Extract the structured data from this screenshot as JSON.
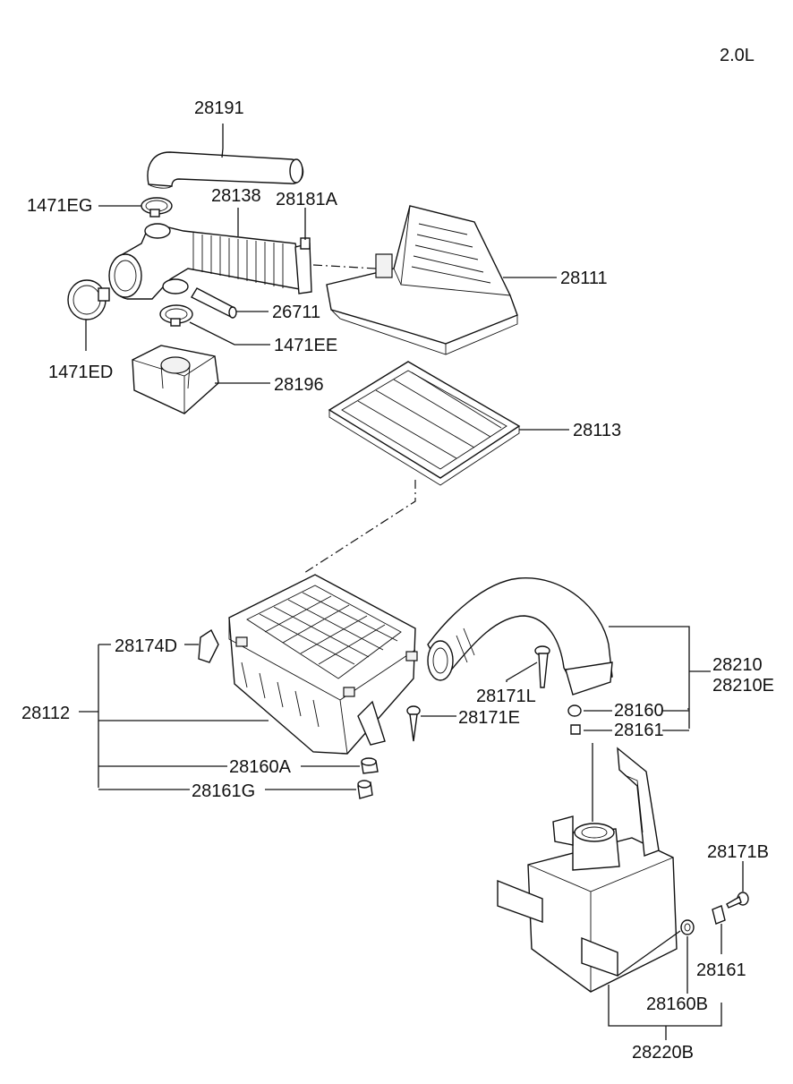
{
  "engine_label": "2.0L",
  "labels": {
    "p28191": "28191",
    "p1471EG": "1471EG",
    "p28138": "28138",
    "p28181A": "28181A",
    "p28111": "28111",
    "p26711": "26711",
    "p1471EE": "1471EE",
    "p1471ED": "1471ED",
    "p28196": "28196",
    "p28113": "28113",
    "p28174D": "28174D",
    "p28112": "28112",
    "p28160A": "28160A",
    "p28161G": "28161G",
    "p28171L": "28171L",
    "p28171E": "28171E",
    "p28210": "28210",
    "p28210E": "28210E",
    "p28160": "28160",
    "p28161": "28161",
    "p28171B": "28171B",
    "p28161b": "28161",
    "p28160B": "28160B",
    "p28220B": "28220B"
  }
}
